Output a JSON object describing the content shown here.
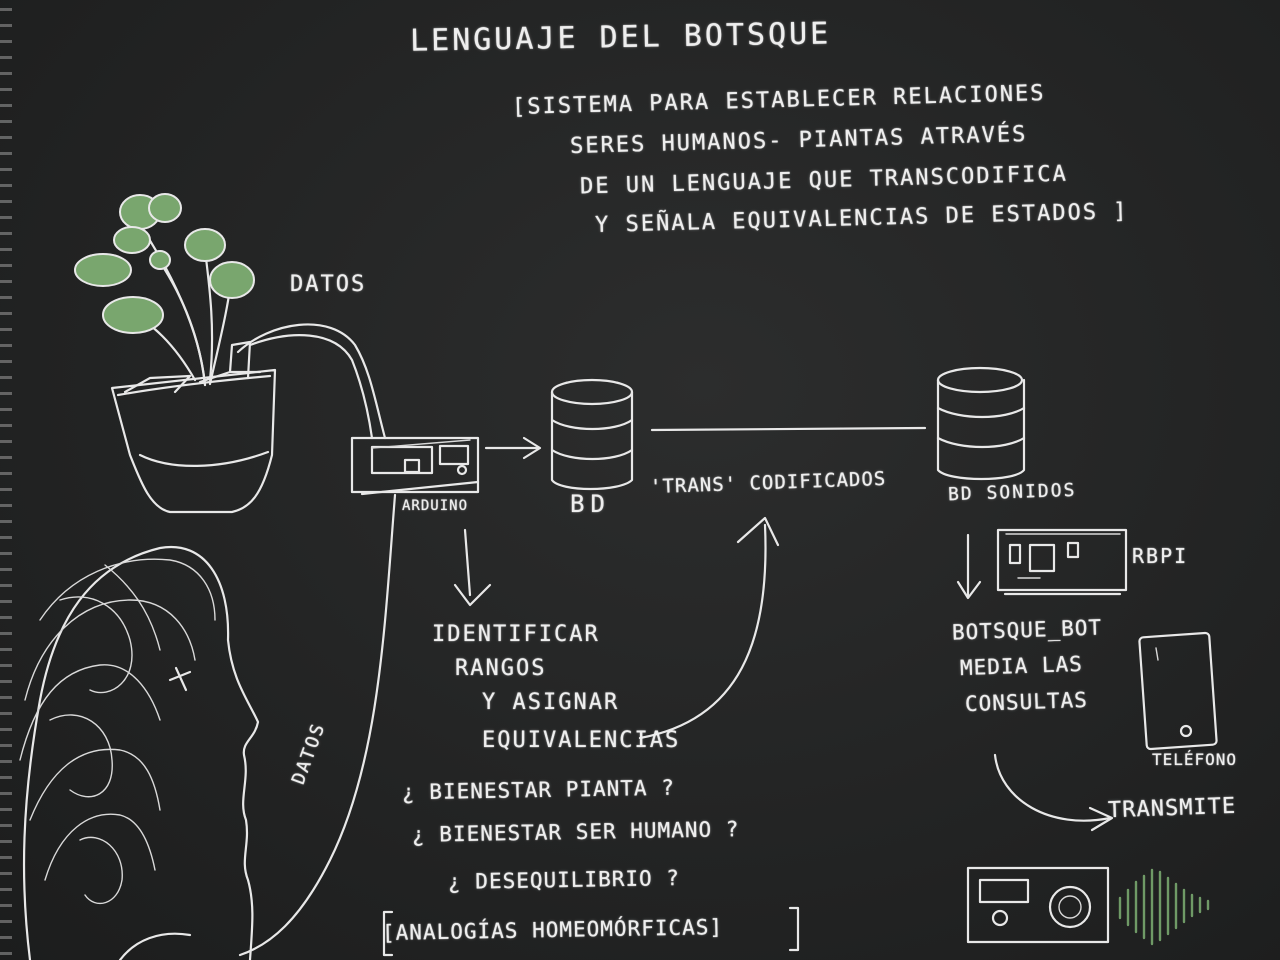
{
  "title": "LENGUAJE DEl BOTSQUE",
  "description_lines": [
    "[SISTEMA PARA ESTABLECER RELACIONES",
    "SERES HUMANOS- PIANTAS ATRAVÉS",
    "DE UN LENGUAJE QUE TRANSCODIFICA",
    "Y SEÑALA EQUIVALENCIAS DE ESTADOS ]"
  ],
  "labels": {
    "datos_top": "DATOS",
    "arduino": "ARDUINO",
    "bd": "BD",
    "trans_codificados": "'TRANS' CODIFICADOS",
    "bd_sonidos": "BD SONIDOS",
    "rbpi": "RBPI",
    "datos_side": "DATOS",
    "telefono": "TELÉFONO",
    "transmite": "TRANSMITE"
  },
  "identificar_lines": [
    "IDENTIFICAR",
    "RANGOS",
    "Y ASIGNAR",
    "EQUIVALENCIAS"
  ],
  "bot_lines": [
    "BOTSQUE_BOT",
    "MEDIA LAS",
    "CONSULTAS"
  ],
  "questions": [
    "¿ BIENESTAR PIANTA ?",
    "¿ BIENESTAR SER HUMANO ?",
    "¿ DESEQUILIBRIO ?"
  ],
  "footer": "[ANALOGÍAS HOMEOMÓRFICAS]",
  "colors": {
    "board": "#232424",
    "chalk": "#eeeeee",
    "leaf": "#79a66e",
    "wave": "#6f9a66"
  }
}
